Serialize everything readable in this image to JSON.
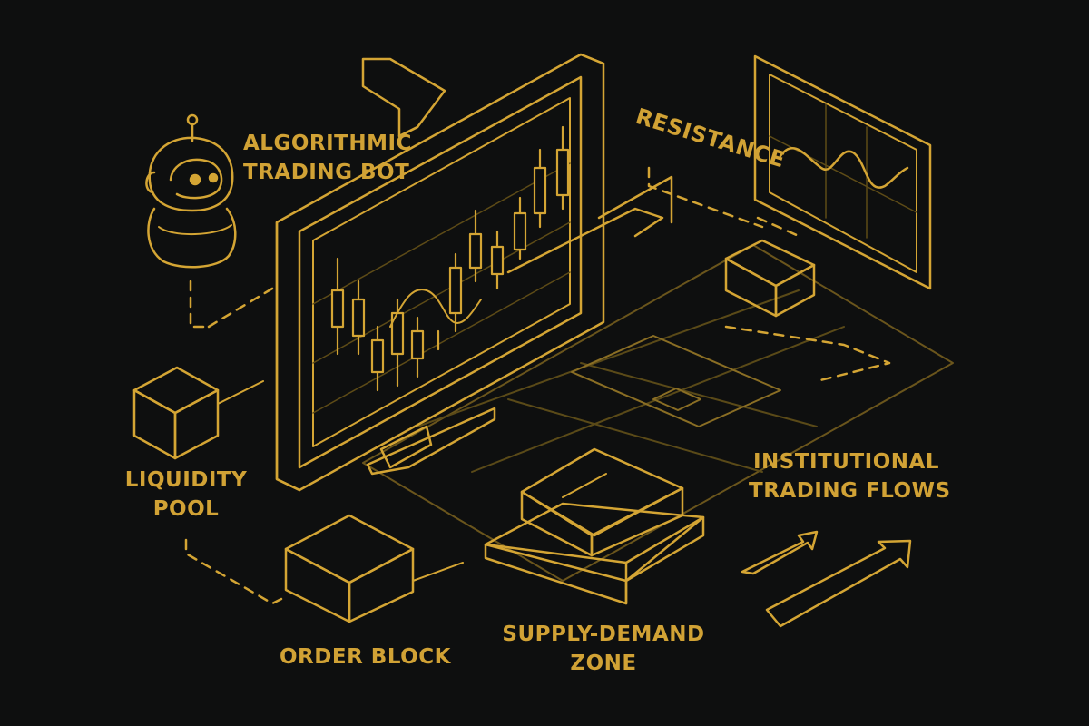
{
  "colors": {
    "background": "#0e0f0f",
    "line": "#d4a534",
    "line_dim": "#7a6220",
    "label": "#d1a235"
  },
  "labels": {
    "bot": [
      "ALGORITHMIC",
      "TRADING BOT"
    ],
    "resistance": "RESISTANCE",
    "liquidity": [
      "LIQUIDITY",
      "POOL"
    ],
    "order_block": "ORDER BLOCK",
    "supply_demand": [
      "SUPPLY-DEMAND",
      "ZONE"
    ],
    "institutional": [
      "INSTITUTIONAL",
      "TRADING FLOWS"
    ]
  },
  "icons": [
    "robot-icon",
    "monitor-icon",
    "candlestick-chart-icon",
    "wave-chart-panel-icon",
    "cube-icon",
    "arrow-icon"
  ]
}
